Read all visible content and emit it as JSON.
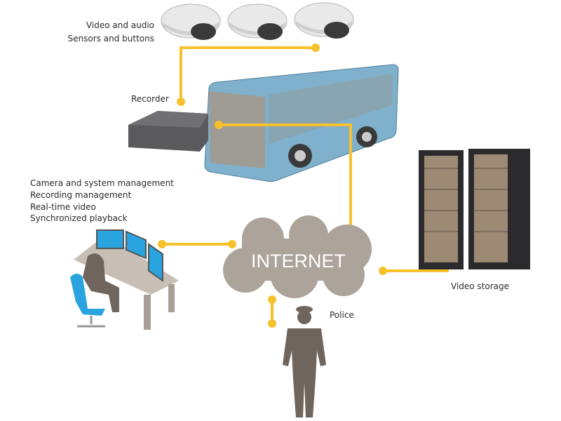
{
  "labels": {
    "cameras_line1": "Video and audio",
    "cameras_line2": "Sensors and buttons",
    "recorder": "Recorder",
    "operator_features": [
      "Camera and system management",
      "Recording management",
      "Real-time video",
      "Synchronized playback"
    ],
    "cloud": "INTERNET",
    "police": "Police",
    "storage": "Video storage"
  },
  "colors": {
    "connector": "#f7c12b",
    "cloud": "#aca39a",
    "bus": "#7fb1cc",
    "silhouette": "#6f655d",
    "monitor": "#29a4de",
    "server": "#2b2b2d"
  }
}
